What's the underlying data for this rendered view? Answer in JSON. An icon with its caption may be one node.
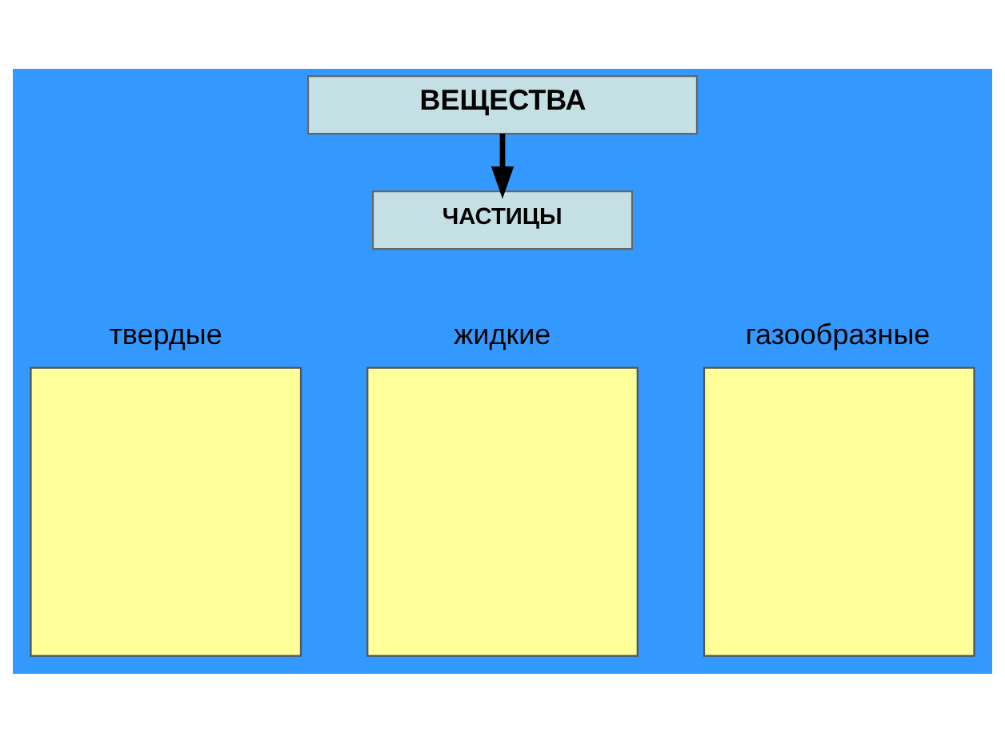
{
  "diagram": {
    "nodes": [
      {
        "text": [
          "ВЕЩЕСТВА"
        ]
      },
      {
        "text": [
          "ЧАСТИЦЫ"
        ]
      },
      {
        "text": [],
        "shape": "box",
        "beside": [
          "твердые"
        ]
      },
      {
        "text": [],
        "shape": "box",
        "beside": [
          "жидкие"
        ]
      },
      {
        "text": [],
        "shape": "box",
        "beside": [
          "газообразные"
        ]
      }
    ],
    "edges": [
      {
        "from": 0,
        "to": 1,
        "arrow": "to"
      }
    ]
  }
}
